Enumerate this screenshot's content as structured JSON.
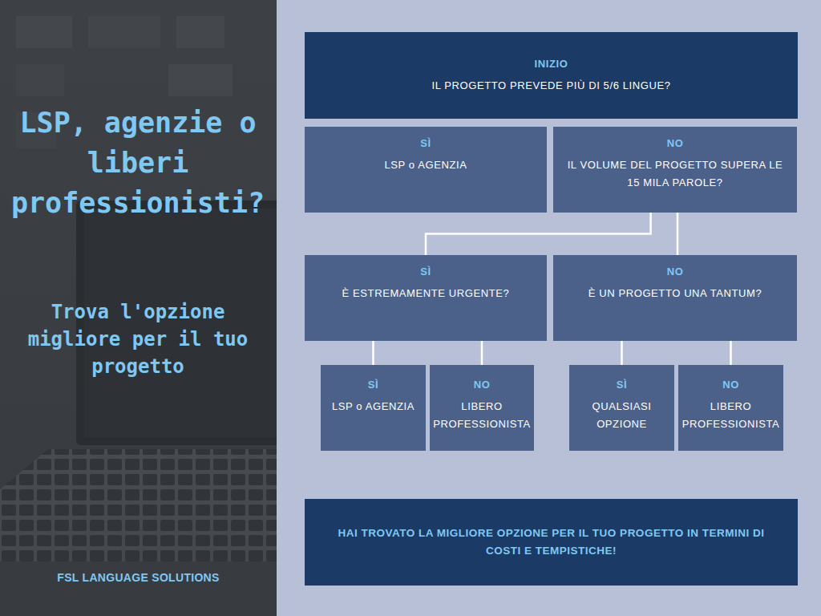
{
  "diagram": {
    "title": "LSP, agenzie o liberi professionisti?",
    "nodes": [
      {
        "text": [
          "INIZIO",
          "IL PROGETTO PREVEDE PIÙ DI 5/6 LINGUE?"
        ]
      },
      {
        "text": [
          "SÌ",
          "LSP o AGENZIA"
        ]
      },
      {
        "text": [
          "NO",
          "IL VOLUME DEL PROGETTO SUPERA LE 15 MILA PAROLE?"
        ]
      },
      {
        "text": [
          "SÌ",
          "È ESTREMAMENTE URGENTE?"
        ]
      },
      {
        "text": [
          "NO",
          "È UN PROGETTO UNA TANTUM?"
        ]
      },
      {
        "text": [
          "SÌ",
          "LSP o AGENZIA"
        ]
      },
      {
        "text": [
          "NO",
          "LIBERO PROFESSIONISTA"
        ]
      },
      {
        "text": [
          "SÌ",
          "QUALSIASI OPZIONE"
        ]
      },
      {
        "text": [
          "NO",
          "LIBERO PROFESSIONISTA"
        ]
      },
      {
        "text": [
          "HAI TROVATO LA MIGLIORE OPZIONE PER IL TUO PROGETTO IN TERMINI DI COSTI E TEMPISTICHE!"
        ]
      }
    ],
    "edges": [
      {
        "from": 2,
        "to": 3,
        "arrow": "none"
      },
      {
        "from": 2,
        "to": 4,
        "arrow": "none"
      },
      {
        "from": 3,
        "to": 5,
        "arrow": "none"
      },
      {
        "from": 3,
        "to": 6,
        "arrow": "none"
      },
      {
        "from": 4,
        "to": 7,
        "arrow": "none"
      },
      {
        "from": 4,
        "to": 8,
        "arrow": "none"
      }
    ],
    "labels": [
      "Trova l'opzione migliore per il tuo progetto",
      "FSL LANGUAGE SOLUTIONS"
    ]
  }
}
